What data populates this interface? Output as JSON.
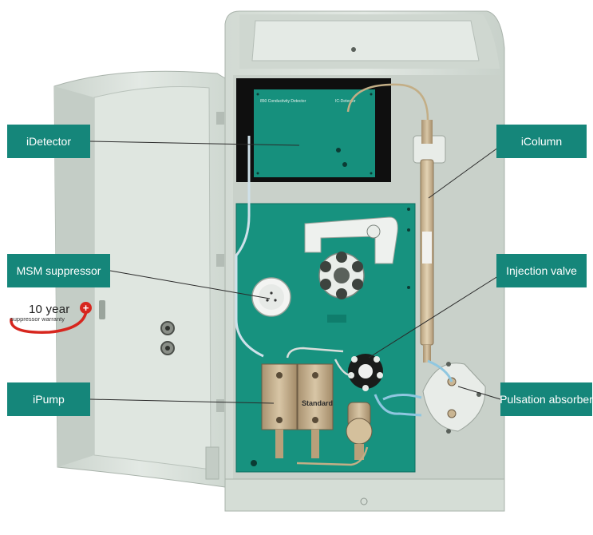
{
  "labels": {
    "idetector": "iDetector",
    "msm_suppressor": "MSM suppressor",
    "ipump": "iPump",
    "icolumn": "iColumn",
    "injection_valve": "Injection valve",
    "pulsation_absorber": "Pulsation absorber"
  },
  "warranty": {
    "years": "10 year",
    "subtitle": "suppressor warranty"
  },
  "instrument": {
    "pump_head_label": "Standard",
    "detector_panel_text": "850 Conductivity Detector",
    "detector_panel_side": "IC-Detector"
  },
  "colors": {
    "label_background": "#15867a",
    "label_text": "#ffffff",
    "panel_green": "#17927f",
    "housing": "#d9e1da",
    "warranty_red": "#d7261e"
  }
}
